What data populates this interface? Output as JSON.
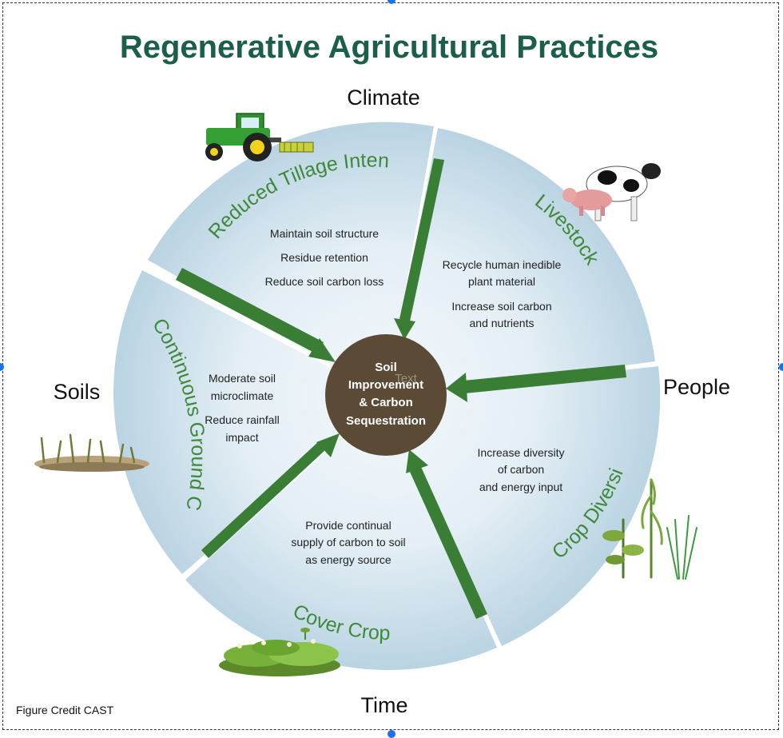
{
  "title": "Regenerative Agricultural Practices",
  "outer_labels": {
    "climate": "Climate",
    "people": "People",
    "time": "Time",
    "soils": "Soils"
  },
  "center": {
    "lines": [
      "Soil",
      "Improvement",
      "& Carbon",
      "Sequestration"
    ],
    "overlay": "Text"
  },
  "segments": [
    {
      "name": "Reduced Tillage Intensity",
      "notes": [
        "Maintain soil structure",
        "Residue retention",
        "Reduce soil carbon loss"
      ]
    },
    {
      "name": "Livestock",
      "notes": [
        "Recycle human inedible",
        "plant material",
        "Increase soil carbon",
        "and nutrients"
      ]
    },
    {
      "name": "Crop Diversity",
      "notes": [
        "Increase diversity",
        "of carbon",
        "and energy input"
      ]
    },
    {
      "name": "Cover Crops",
      "notes": [
        "Provide continual",
        "supply of carbon to soil",
        "as energy source"
      ]
    },
    {
      "name": "Continuous Ground Cover",
      "notes": [
        "Moderate soil",
        "microclimate",
        "Reduce rainfall",
        "impact"
      ]
    }
  ],
  "credit": "Figure Credit CAST",
  "colors": {
    "title": "#1b5e4a",
    "arrow": "#3a7d35",
    "segment_label": "#3f8a3a",
    "center_fill": "#5a4a36",
    "segment_fill_edge": "#b9d3e2",
    "segment_fill_center": "#f4f8fb"
  }
}
